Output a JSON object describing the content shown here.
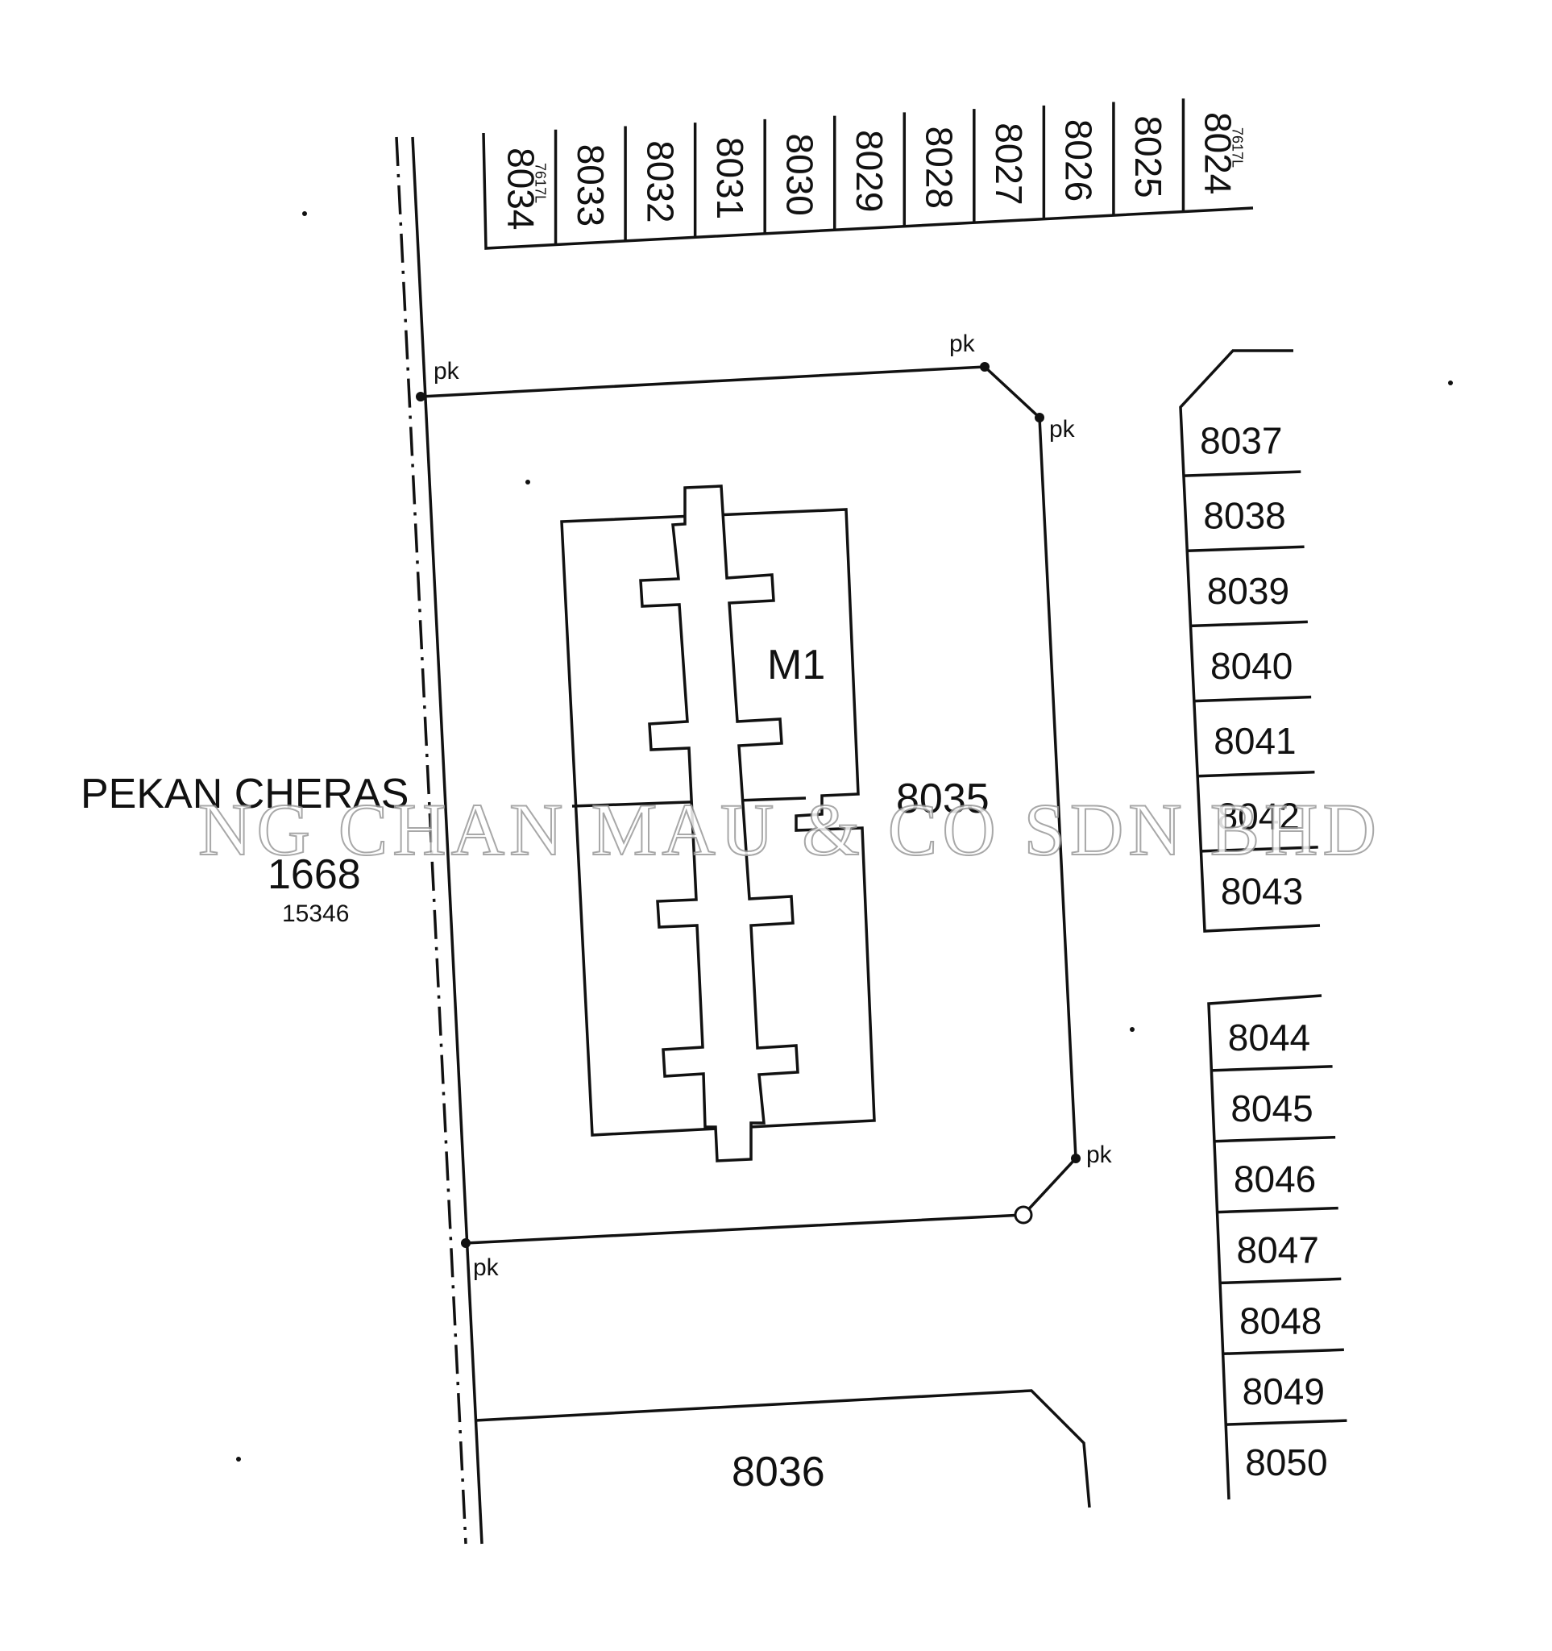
{
  "plan": {
    "district": "PEKAN CHERAS",
    "district_lot": "1668",
    "district_sub": "15346",
    "main_lot": "8035",
    "building_label": "M1",
    "lower_lot": "8036",
    "peg_label": "pk",
    "watermark": "NG CHAN MAU & CO SDN BHD",
    "top_lots": [
      "8034",
      "8033",
      "8032",
      "8031",
      "8030",
      "8029",
      "8028",
      "8027",
      "8026",
      "8025",
      "8024"
    ],
    "top_lot_subs": {
      "first": "7617L",
      "last": "7617L"
    },
    "right_lots_a": [
      "8037",
      "8038",
      "8039",
      "8040",
      "8041",
      "8042",
      "8043"
    ],
    "right_lots_b": [
      "8044",
      "8045",
      "8046",
      "8047",
      "8048",
      "8049",
      "8050"
    ]
  }
}
